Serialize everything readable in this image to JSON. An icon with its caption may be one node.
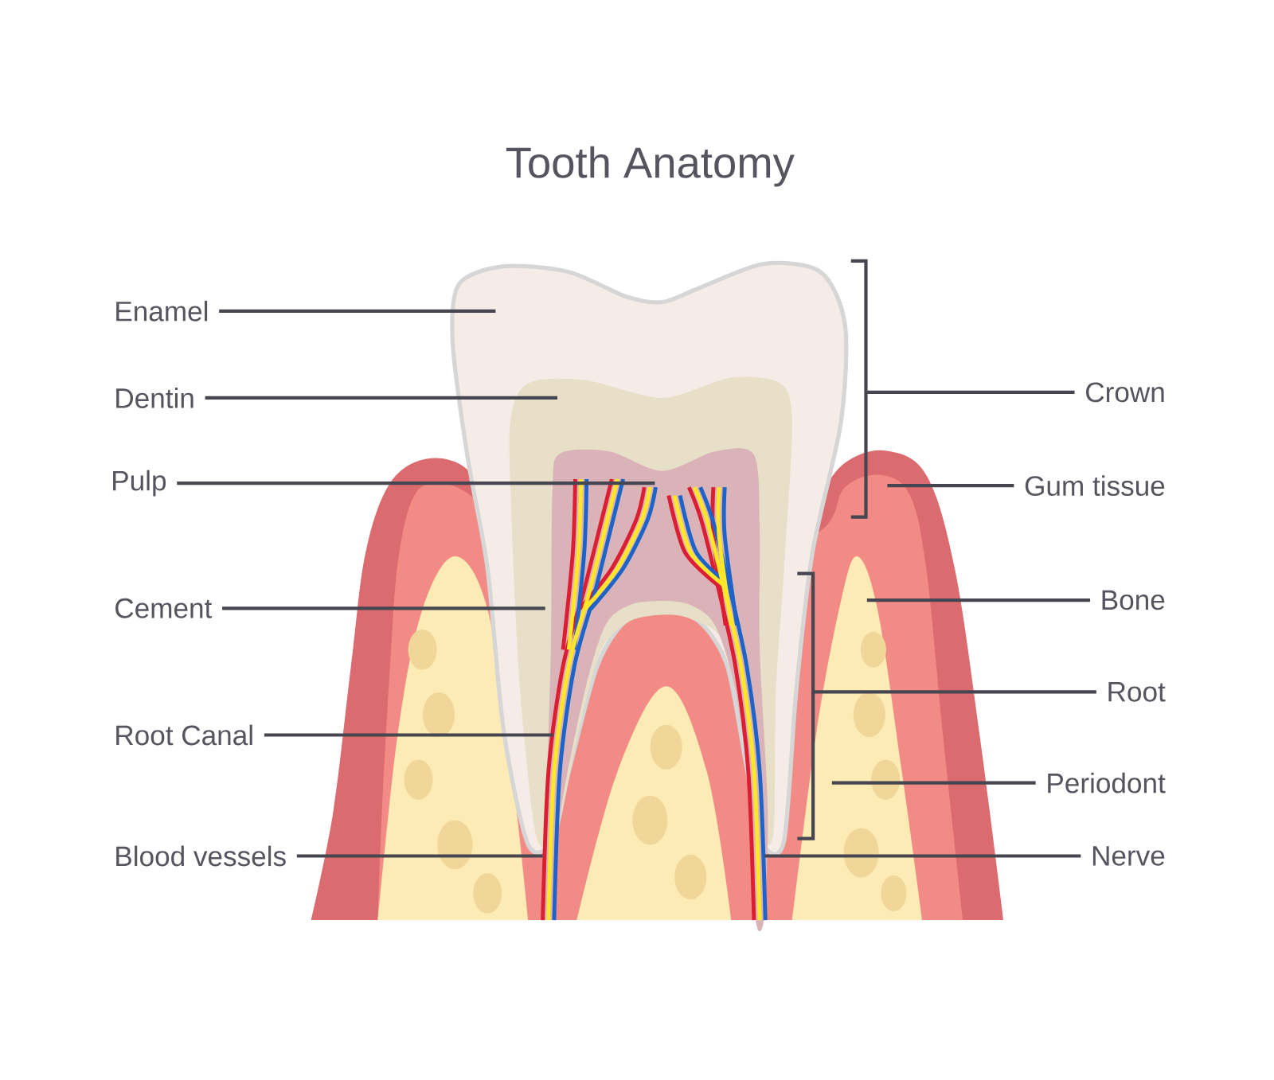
{
  "diagram": {
    "title": "Tooth Anatomy",
    "nodes": [
      {
        "text": [
          "Enamel"
        ]
      },
      {
        "text": [
          "Dentin"
        ]
      },
      {
        "text": [
          "Pulp"
        ]
      },
      {
        "text": [
          "Cement"
        ]
      },
      {
        "text": [
          "Root Canal"
        ]
      },
      {
        "text": [
          "Blood vessels"
        ]
      },
      {
        "text": [
          "Crown"
        ]
      },
      {
        "text": [
          "Gum tissue"
        ]
      },
      {
        "text": [
          "Bone"
        ]
      },
      {
        "text": [
          "Root"
        ]
      },
      {
        "text": [
          "Periodont"
        ]
      },
      {
        "text": [
          "Nerve"
        ]
      },
      {
        "text": [],
        "shape": "bracket"
      },
      {
        "text": [],
        "shape": "bracket"
      }
    ],
    "edges": [
      {
        "from": 0,
        "to": null,
        "arrow": "none"
      },
      {
        "from": 1,
        "to": null,
        "arrow": "none"
      },
      {
        "from": 2,
        "to": null,
        "arrow": "none"
      },
      {
        "from": 3,
        "to": null,
        "arrow": "none"
      },
      {
        "from": 4,
        "to": null,
        "arrow": "none"
      },
      {
        "from": 5,
        "to": null,
        "arrow": "none"
      },
      {
        "from": 6,
        "to": 12,
        "arrow": "none"
      },
      {
        "from": 7,
        "to": null,
        "arrow": "none"
      },
      {
        "from": 8,
        "to": null,
        "arrow": "none"
      },
      {
        "from": 9,
        "to": 13,
        "arrow": "none"
      },
      {
        "from": 10,
        "to": null,
        "arrow": "none"
      },
      {
        "from": 11,
        "to": null,
        "arrow": "none"
      }
    ]
  }
}
